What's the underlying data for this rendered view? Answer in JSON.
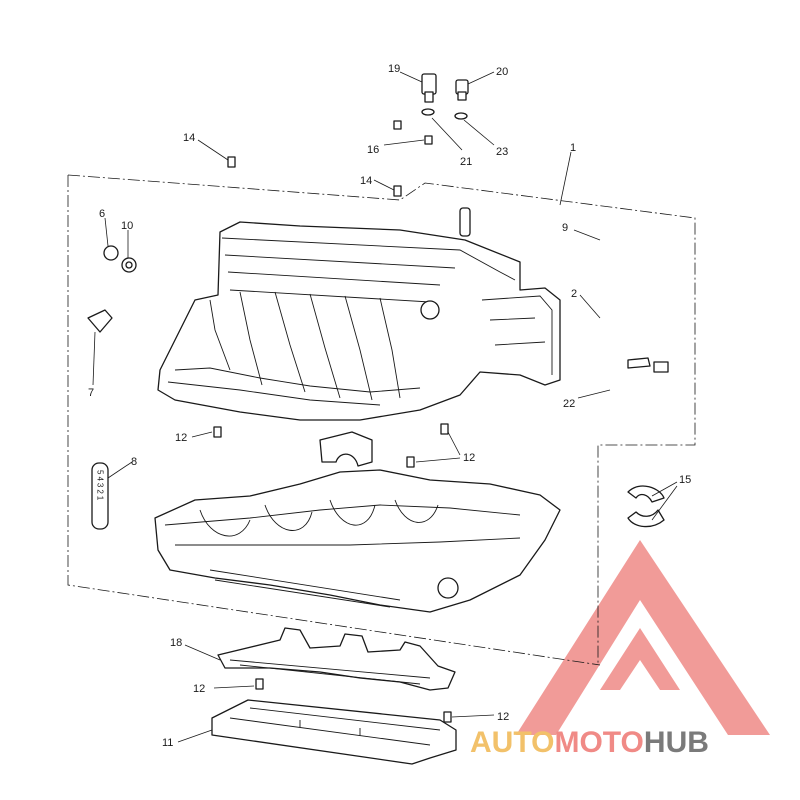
{
  "callouts": {
    "c1": "1",
    "c2": "2",
    "c6": "6",
    "c7": "7",
    "c8": "8",
    "c9": "9",
    "c10": "10",
    "c11": "11",
    "c12a": "12",
    "c12b": "12",
    "c12c": "12",
    "c12d": "12",
    "c14a": "14",
    "c14b": "14",
    "c15": "15",
    "c16": "16",
    "c18": "18",
    "c19": "19",
    "c20": "20",
    "c21": "21",
    "c22": "22",
    "c23": "23"
  },
  "label_8_stamp": "54321",
  "watermark": {
    "part1": "AUTO",
    "part2": "MOTO",
    "part3": "HUB",
    "colors": {
      "auto": "#f2c16a",
      "moto": "#f08a86",
      "hub": "#7a7a7a",
      "logo": "#ef8a87"
    }
  }
}
